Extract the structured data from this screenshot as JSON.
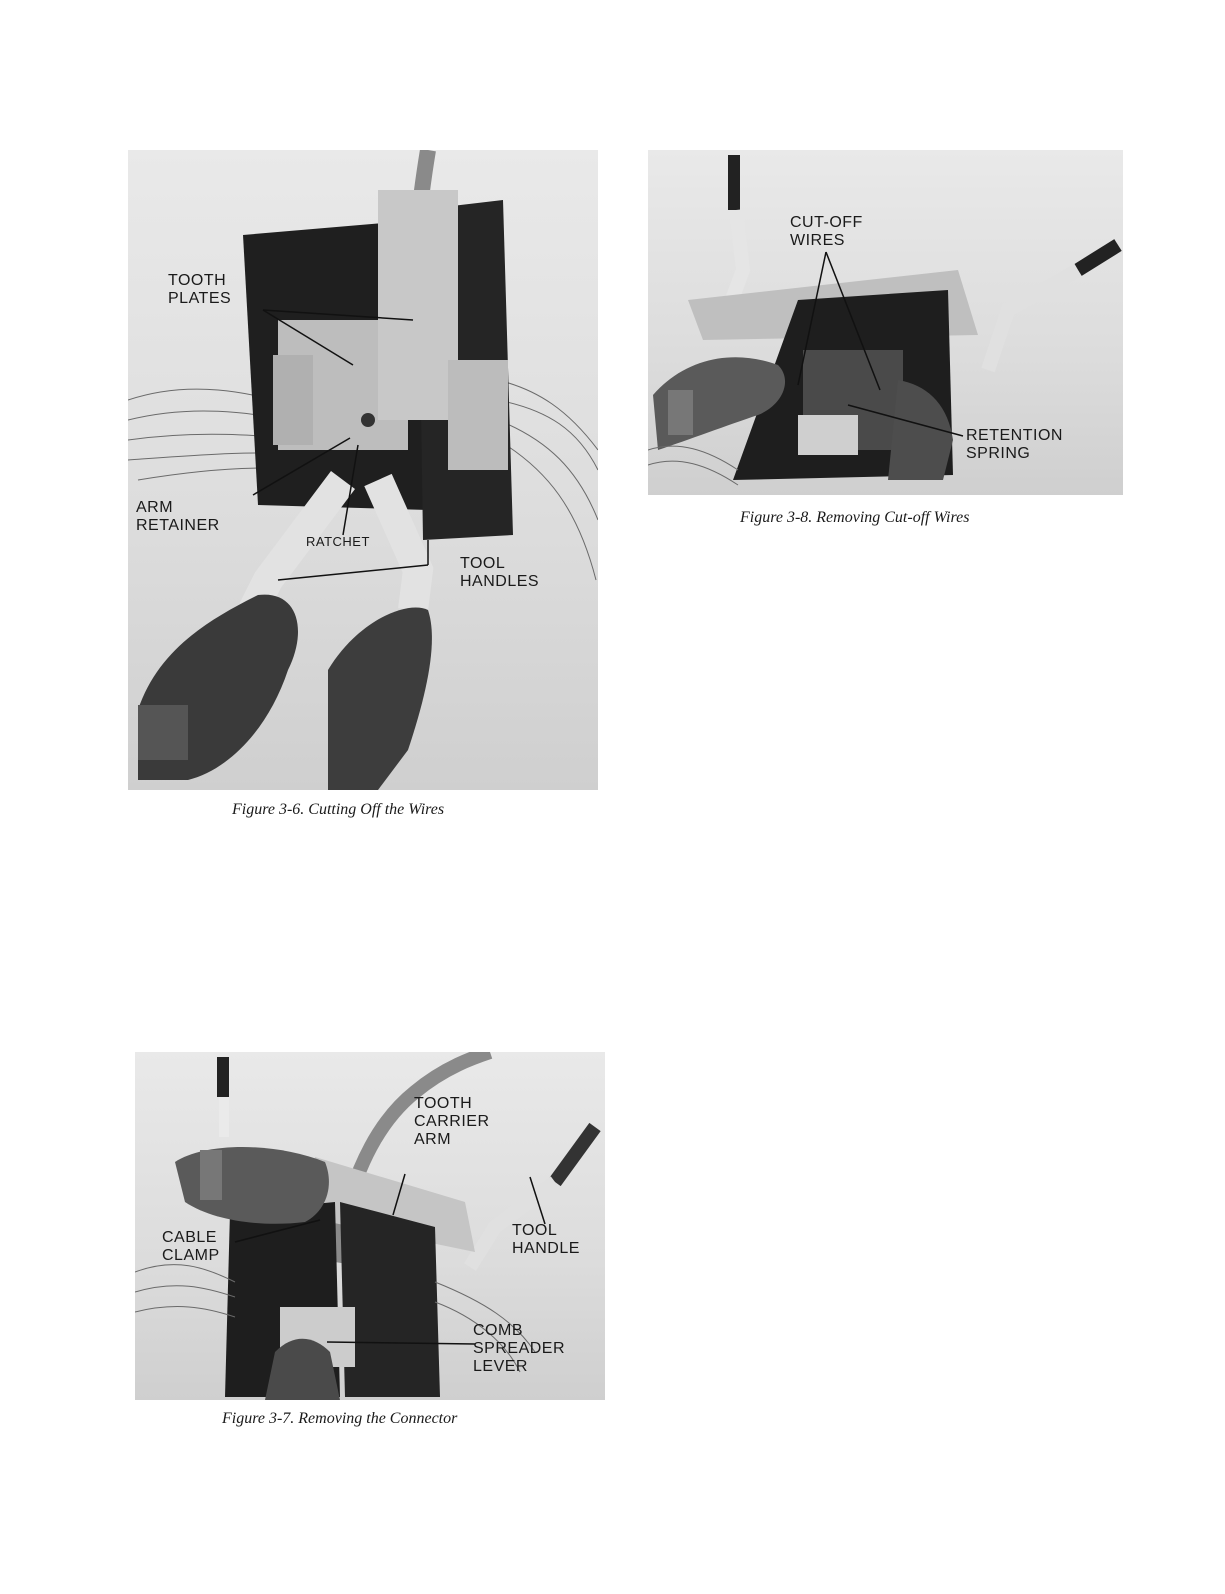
{
  "figures": [
    {
      "id": "fig-3-6",
      "caption": "Figure 3-6.  Cutting Off the Wires",
      "callouts": {
        "tooth_plates": "TOOTH\nPLATES",
        "arm_retainer": "ARM\nRETAINER",
        "ratchet": "RATCHET",
        "tool_handles": "TOOL\nHANDLES"
      }
    },
    {
      "id": "fig-3-8",
      "caption": "Figure 3-8.  Removing Cut-off Wires",
      "callouts": {
        "cut_off_wires": "CUT-OFF\nWIRES",
        "retention_spring": "RETENTION\nSPRING"
      }
    },
    {
      "id": "fig-3-7",
      "caption": "Figure 3-7.  Removing the Connector",
      "callouts": {
        "tooth_carrier_arm": "TOOTH\nCARRIER\nARM",
        "cable_clamp": "CABLE\nCLAMP",
        "tool_handle": "TOOL\nHANDLE",
        "comb_spreader_lever": "COMB\nSPREADER\nLEVER"
      }
    }
  ]
}
